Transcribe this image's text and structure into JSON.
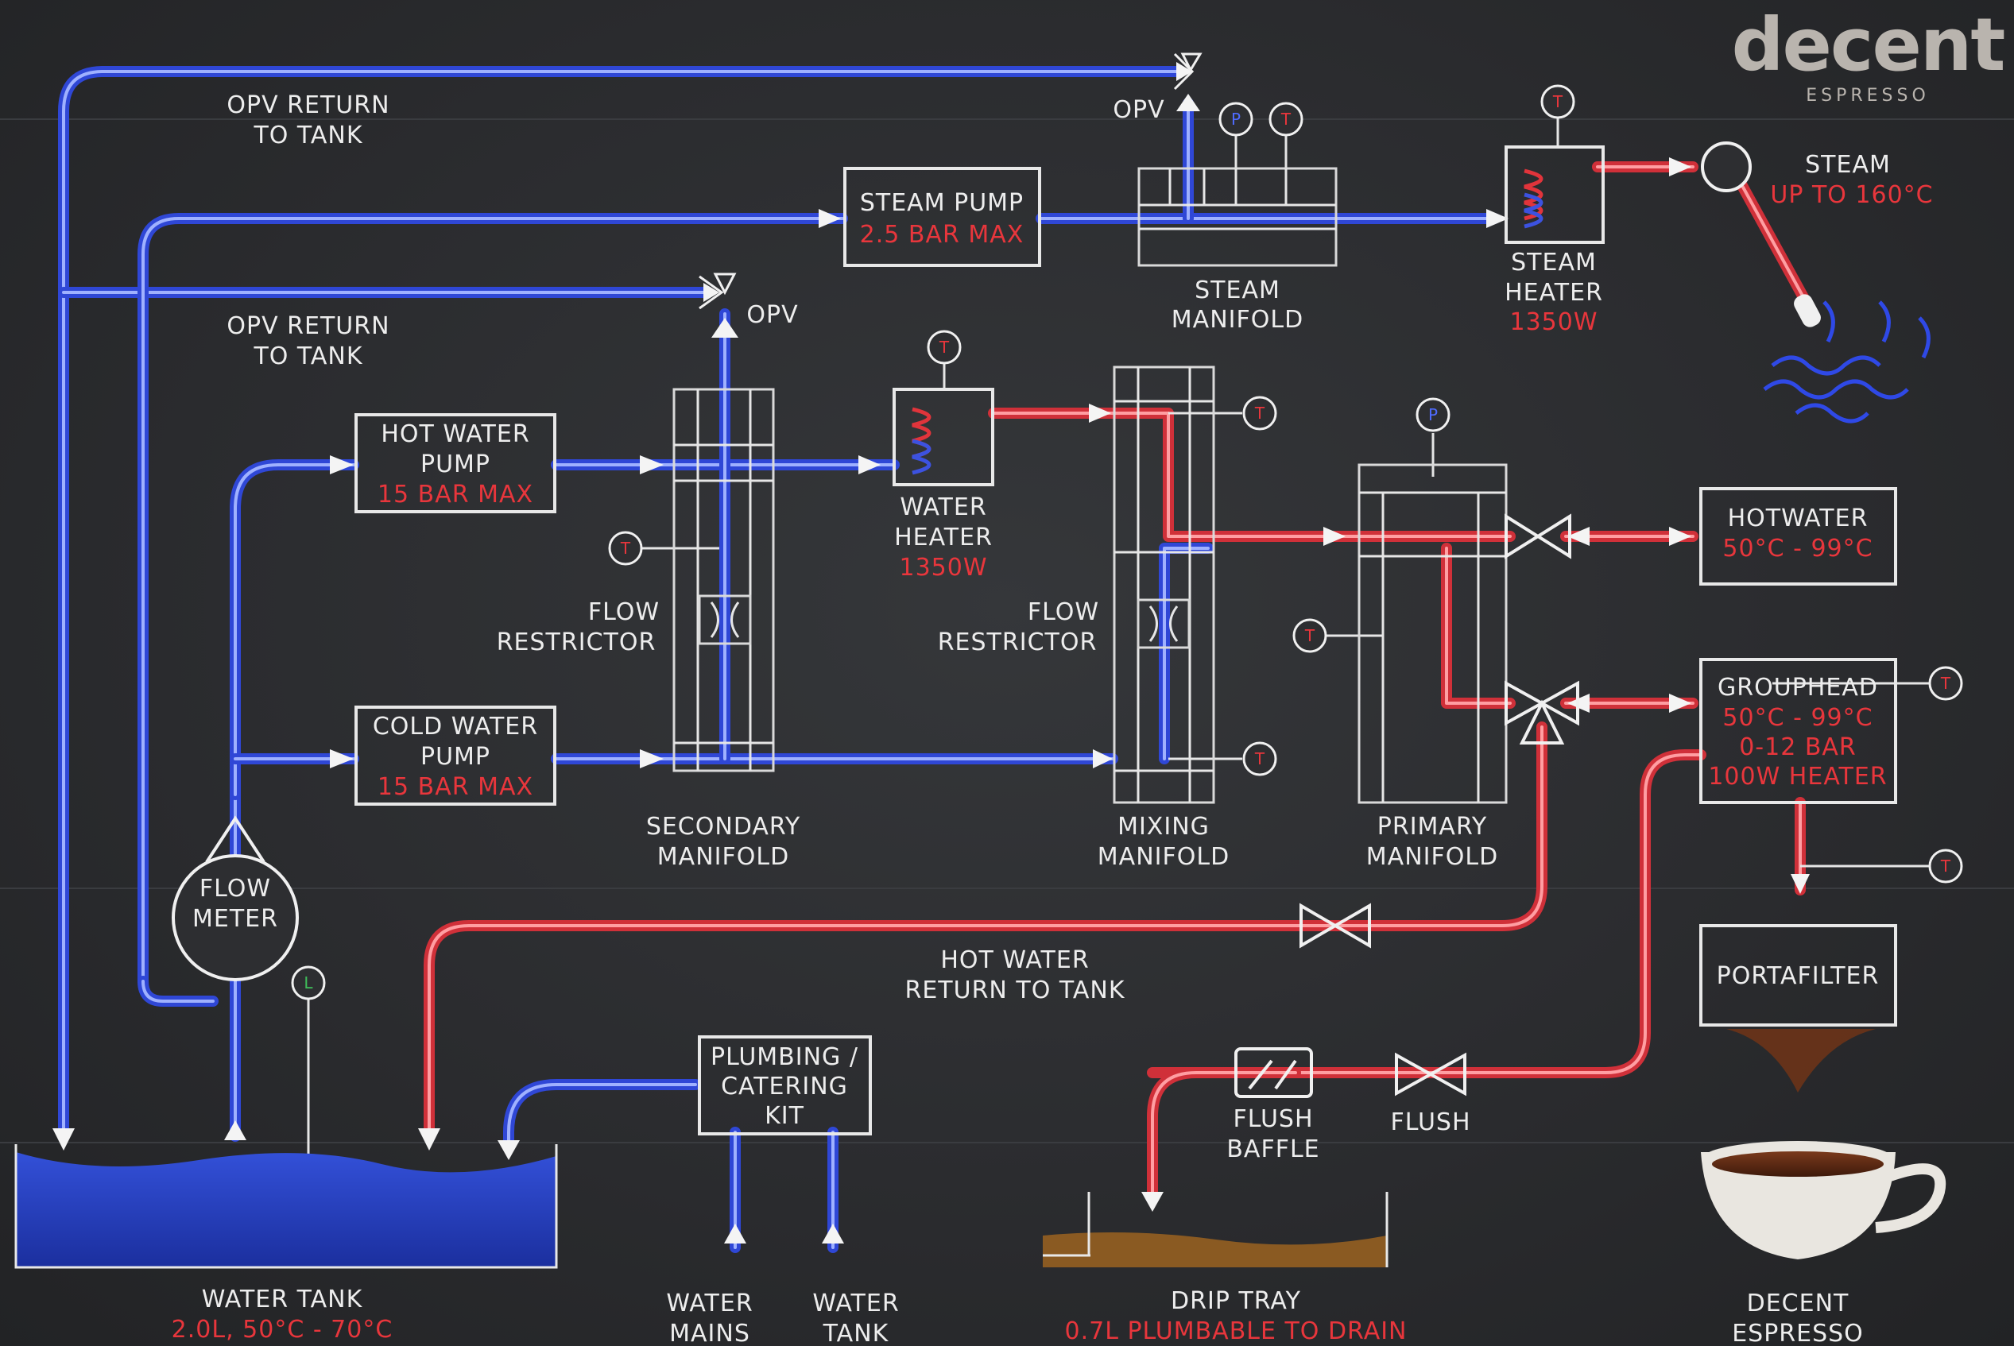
{
  "brand": {
    "name": "decent",
    "tagline": "ESPRESSO"
  },
  "labels": {
    "opv_return_1": [
      "OPV RETURN",
      "TO TANK"
    ],
    "opv_return_2": [
      "OPV RETURN",
      "TO TANK"
    ],
    "opv_top": "OPV",
    "opv_mid": "OPV",
    "steam_manifold": [
      "STEAM",
      "MANIFOLD"
    ],
    "steam": "STEAM",
    "steam_temp": "UP TO 160°C",
    "flow_restrictor_1": [
      "FLOW",
      "RESTRICTOR"
    ],
    "flow_restrictor_2": [
      "FLOW",
      "RESTRICTOR"
    ],
    "secondary_manifold": [
      "SECONDARY",
      "MANIFOLD"
    ],
    "mixing_manifold": [
      "MIXING",
      "MANIFOLD"
    ],
    "primary_manifold": [
      "PRIMARY",
      "MANIFOLD"
    ],
    "flow_meter": [
      "FLOW",
      "METER"
    ],
    "hot_water_return": [
      "HOT WATER",
      "RETURN TO TANK"
    ],
    "flush_baffle": [
      "FLUSH",
      "BAFFLE"
    ],
    "flush": "FLUSH",
    "water_tank": "WATER TANK",
    "water_tank_spec": "2.0L, 50°C - 70°C",
    "water_mains": [
      "WATER",
      "MAINS"
    ],
    "water_tank_src": [
      "WATER",
      "TANK"
    ],
    "drip_tray": "DRIP TRAY",
    "drip_tray_spec": "0.7L PLUMBABLE TO DRAIN",
    "decent_espresso": [
      "DECENT",
      "ESPRESSO"
    ]
  },
  "boxes": {
    "steam_pump": {
      "lines": [
        "STEAM PUMP"
      ],
      "spec": "2.5 BAR MAX"
    },
    "hot_water_pump": {
      "lines": [
        "HOT WATER",
        "PUMP"
      ],
      "spec": "15 BAR MAX"
    },
    "cold_water_pump": {
      "lines": [
        "COLD WATER",
        "PUMP"
      ],
      "spec": "15 BAR MAX"
    },
    "steam_heater": {
      "lines": [
        "STEAM",
        "HEATER"
      ],
      "spec": "1350W"
    },
    "water_heater": {
      "lines": [
        "WATER",
        "HEATER"
      ],
      "spec": "1350W"
    },
    "hotwater": {
      "lines": [
        "HOTWATER"
      ],
      "spec": "50°C - 99°C"
    },
    "grouphead": {
      "lines": [
        "GROUPHEAD"
      ],
      "specs": [
        "50°C - 99°C",
        "0-12 BAR",
        "100W HEATER"
      ]
    },
    "portafilter": {
      "lines": [
        "PORTAFILTER"
      ]
    },
    "plumbing_kit": {
      "lines": [
        "PLUMBING /",
        "CATERING",
        "KIT"
      ]
    }
  },
  "sensors": {
    "temperature": "T",
    "pressure": "P",
    "level": "L"
  },
  "colors": {
    "board": "#2b2c2f",
    "cold": "#2f47d6",
    "hot": "#d03039",
    "chalk": "#ededed",
    "spec_red": "#e8363c",
    "level_green": "#3fbf5a"
  }
}
